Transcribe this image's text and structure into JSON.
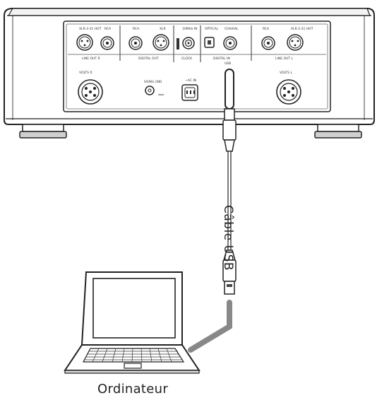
{
  "labels": {
    "cable": "Câble USB",
    "computer": "Ordinateur"
  },
  "panel": {
    "left_top_connectors": [
      "XLR-3-31 HOT",
      "RCA"
    ],
    "digital_out": [
      "RCA",
      "XLR"
    ],
    "clock": [
      "10MHz IN"
    ],
    "digital_in": [
      "OPTICAL",
      "COAXIAL"
    ],
    "right_top_connectors": [
      "RCA",
      "XLR-3-31 HOT"
    ],
    "group_labels": [
      "LINE OUT R",
      "DIGITAL OUT",
      "CLOCK",
      "DIGITAL IN",
      "LINE OUT L"
    ],
    "left_power_label": "VOLTS R",
    "right_power_label": "VOLTS L",
    "small_knob_label": "SIGNAL GND",
    "ac_label": "~AC IN",
    "usb_label": "USB"
  }
}
